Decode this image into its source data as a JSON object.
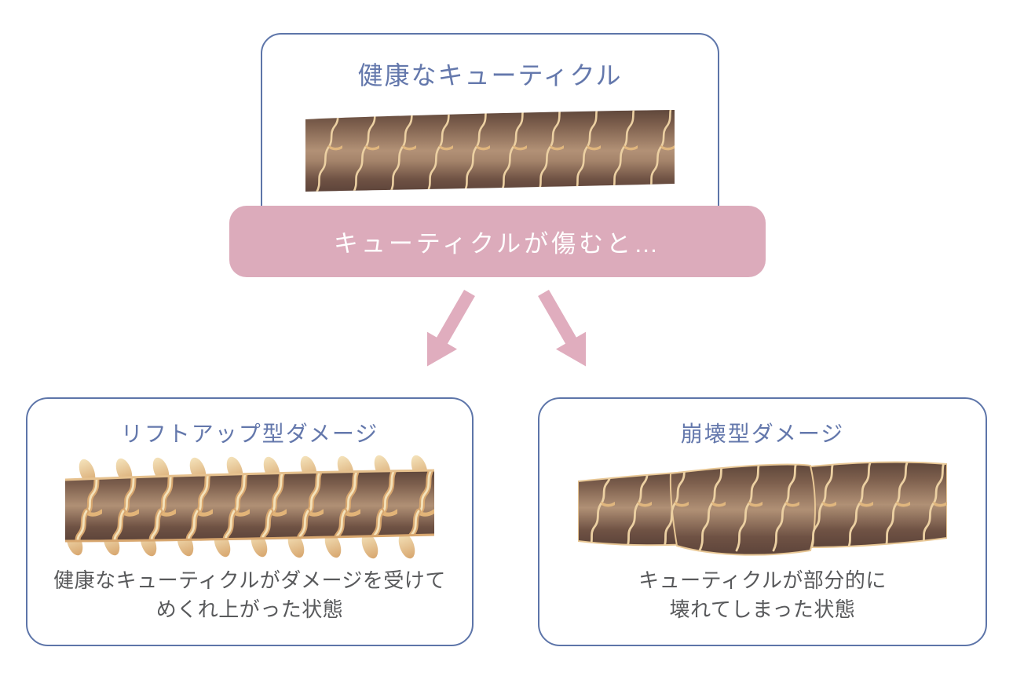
{
  "top_box": {
    "title": "健康なキューティクル",
    "illustration": "healthy-cuticle"
  },
  "banner": {
    "label": "キューティクルが傷むと…"
  },
  "left_box": {
    "title": "リフトアップ型ダメージ",
    "description_line1": "健康なキューティクルがダメージを受けて",
    "description_line2": "めくれ上がった状態",
    "illustration": "lift-up-damage-cuticle"
  },
  "right_box": {
    "title": "崩壊型ダメージ",
    "description_line1": "キューティクルが部分的に",
    "description_line2": "壊れてしまった状態",
    "illustration": "collapse-damage-cuticle"
  },
  "icons": {
    "left_arrow": "arrow-down-left",
    "right_arrow": "arrow-down-right"
  },
  "colors": {
    "box_border": "#5d75a9",
    "title_text": "#6478ac",
    "banner_background": "#dcabbb",
    "banner_text": "#ffffff",
    "arrow": "#e0adbe",
    "description_text": "#58595b",
    "hair_dark_brown": "#5f473b",
    "hair_light_brown": "#b29176",
    "cuticle_line_tan": "#ecd0a2",
    "lifted_flake_light": "#f4e2ba",
    "lifted_flake_dark": "#d8a76f"
  }
}
